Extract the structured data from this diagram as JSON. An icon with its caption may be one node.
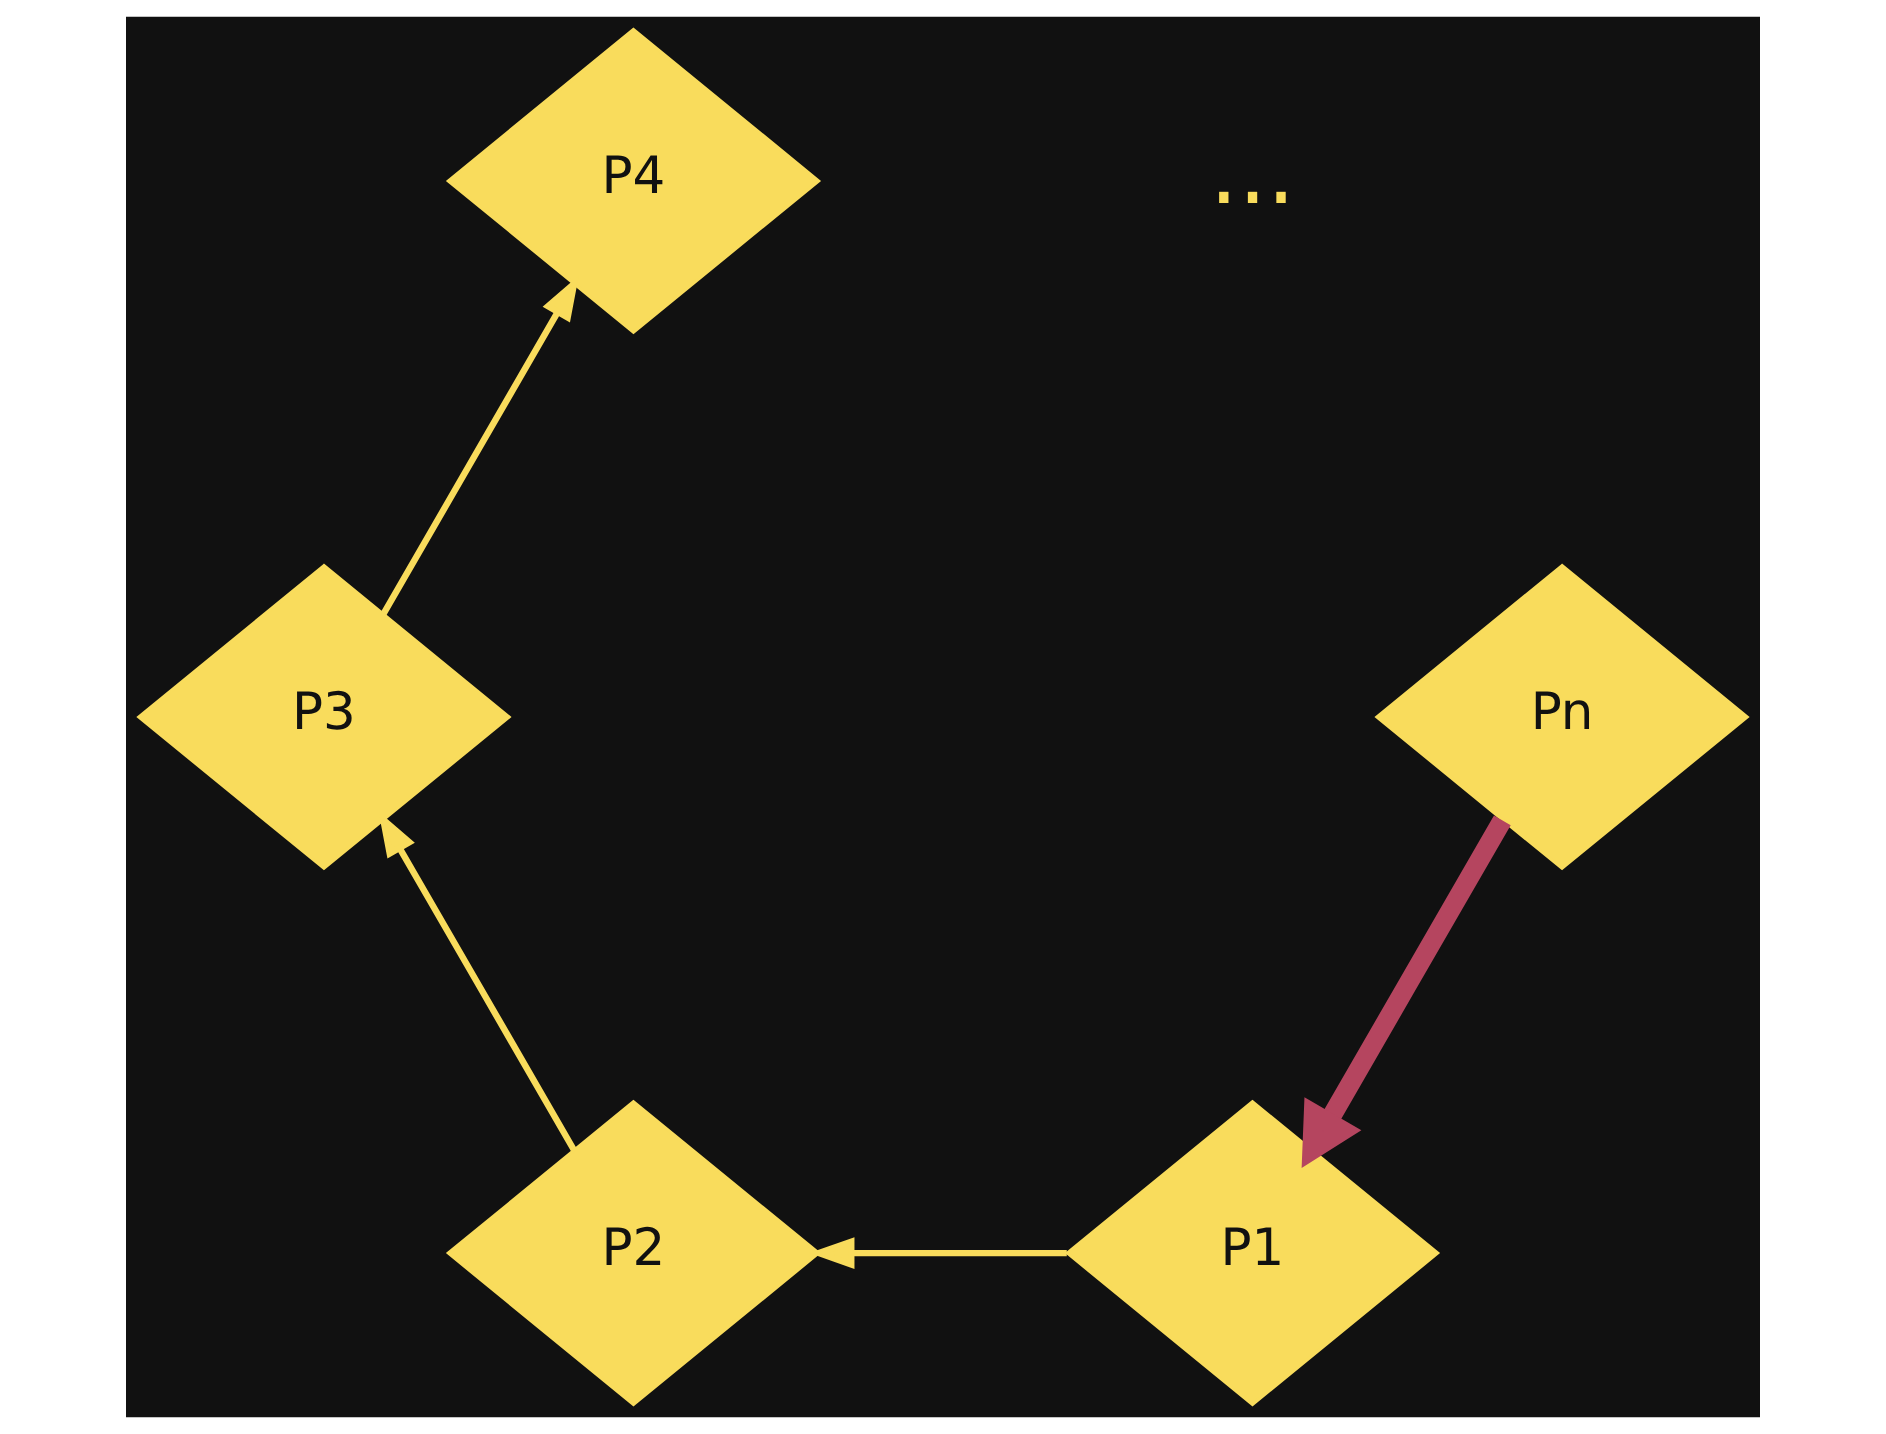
{
  "diagram": {
    "nodes": [
      {
        "text": [
          "P1"
        ]
      },
      {
        "text": [
          "P2"
        ]
      },
      {
        "text": [
          "P3"
        ]
      },
      {
        "text": [
          "P4"
        ]
      },
      {
        "text": [
          "Pn"
        ]
      }
    ],
    "edges": [
      {
        "from": 0,
        "to": 1,
        "arrow": "to"
      },
      {
        "from": 1,
        "to": 2,
        "arrow": "to"
      },
      {
        "from": 2,
        "to": 3,
        "arrow": "to"
      },
      {
        "from": 4,
        "to": 0,
        "arrow": "to",
        "style": "thick",
        "color": "#b5455f"
      }
    ],
    "labels": [
      "..."
    ]
  }
}
